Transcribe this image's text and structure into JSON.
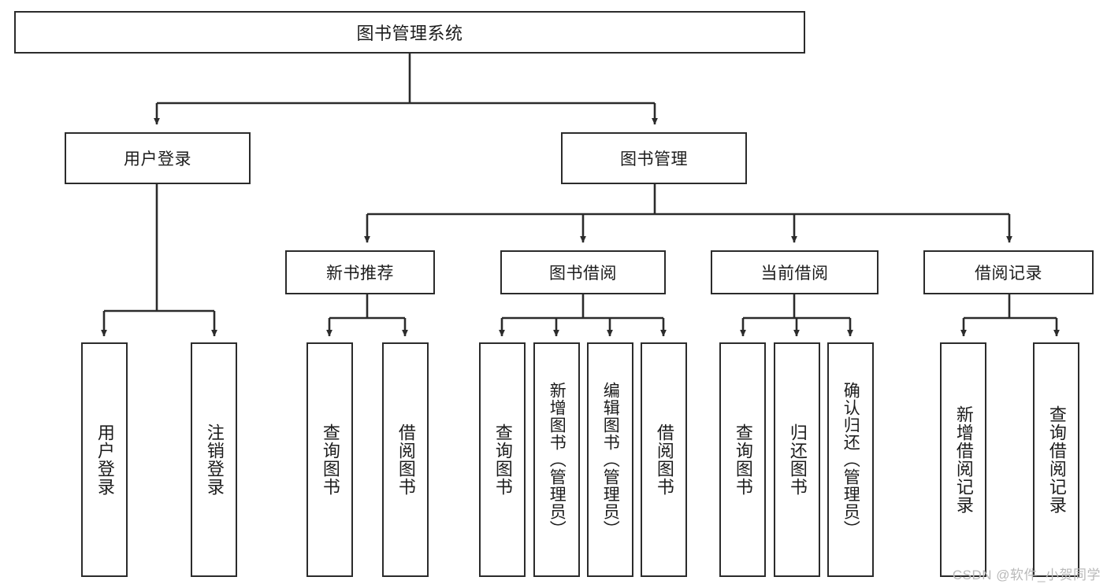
{
  "diagram": {
    "title": "图书管理系统",
    "type": "tree-hierarchy-chart",
    "watermark": "CSDN @软件_小贺同学",
    "colors": {
      "stroke": "#2b2b2b",
      "fill": "#ffffff",
      "text": "#1c1c1c",
      "watermark": "#b9b9b9"
    },
    "root": {
      "label": "图书管理系统"
    },
    "level1": [
      {
        "id": "user-login",
        "label": "用户登录"
      },
      {
        "id": "book-management",
        "label": "图书管理"
      }
    ],
    "level2": [
      {
        "id": "new-book-recommend",
        "label": "新书推荐"
      },
      {
        "id": "book-borrow",
        "label": "图书借阅"
      },
      {
        "id": "current-borrow",
        "label": "当前借阅"
      },
      {
        "id": "borrow-record",
        "label": "借阅记录"
      }
    ],
    "leaves": {
      "user_login": [
        {
          "id": "leaf-user-login",
          "label": "用户登录"
        },
        {
          "id": "leaf-logout",
          "label": "注销登录"
        }
      ],
      "new_book_recommend": [
        {
          "id": "leaf-query-book-1",
          "label": "查询图书"
        },
        {
          "id": "leaf-borrow-book-1",
          "label": "借阅图书"
        }
      ],
      "book_borrow": [
        {
          "id": "leaf-query-book-2",
          "label": "查询图书"
        },
        {
          "id": "leaf-add-book",
          "label": "新增图书（管理员）"
        },
        {
          "id": "leaf-edit-book",
          "label": "编辑图书（管理员）"
        },
        {
          "id": "leaf-borrow-book-2",
          "label": "借阅图书"
        }
      ],
      "current_borrow": [
        {
          "id": "leaf-query-book-3",
          "label": "查询图书"
        },
        {
          "id": "leaf-return-book",
          "label": "归还图书"
        },
        {
          "id": "leaf-confirm-return",
          "label": "确认归还（管理员）"
        }
      ],
      "borrow_record": [
        {
          "id": "leaf-add-record",
          "label": "新增借阅记录"
        },
        {
          "id": "leaf-query-record",
          "label": "查询借阅记录"
        }
      ]
    }
  }
}
